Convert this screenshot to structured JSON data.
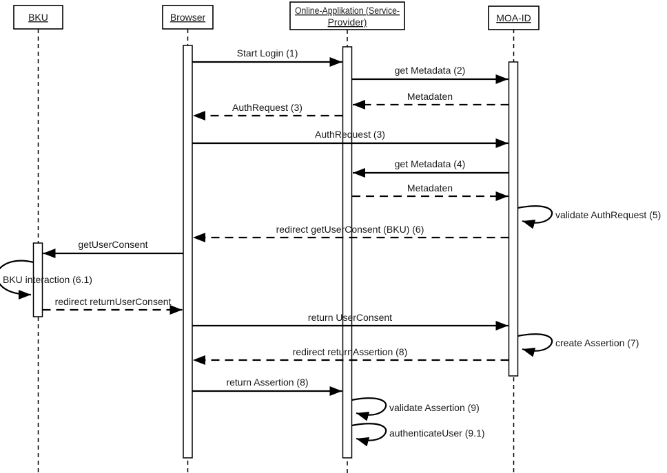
{
  "diagram_type": "uml-sequence-diagram",
  "colors": {
    "line": "#000000",
    "text": "#1a1a1a",
    "background": "#ffffff"
  },
  "actors": [
    {
      "id": "bku",
      "label": "BKU"
    },
    {
      "id": "browser",
      "label": "Browser"
    },
    {
      "id": "online-applikation",
      "label": "Online-Applikation (Service-Provider)",
      "label_lines": [
        "Online-Applikation (Service-",
        "Provider)"
      ]
    },
    {
      "id": "moa-id",
      "label": "MOA-ID"
    }
  ],
  "messages": [
    {
      "label": "Start Login (1)",
      "from": "Browser",
      "to": "Online-Applikation",
      "kind": "solid"
    },
    {
      "label": "get Metadata (2)",
      "from": "Online-Applikation",
      "to": "MOA-ID",
      "kind": "solid"
    },
    {
      "label": "Metadaten",
      "from": "MOA-ID",
      "to": "Online-Applikation",
      "kind": "dashed"
    },
    {
      "label": "AuthRequest (3)",
      "from": "Online-Applikation",
      "to": "Browser",
      "kind": "dashed"
    },
    {
      "label": "AuthRequest (3)",
      "from": "Browser",
      "to": "MOA-ID",
      "kind": "solid"
    },
    {
      "label": "get Metadata (4)",
      "from": "MOA-ID",
      "to": "Online-Applikation",
      "kind": "solid"
    },
    {
      "label": "Metadaten",
      "from": "Online-Applikation",
      "to": "MOA-ID",
      "kind": "dashed"
    },
    {
      "label": "validate AuthRequest (5)",
      "from": "MOA-ID",
      "to": "MOA-ID",
      "kind": "self"
    },
    {
      "label": "redirect getUserConsent (BKU) (6)",
      "from": "MOA-ID",
      "to": "Browser",
      "kind": "dashed"
    },
    {
      "label": "getUserConsent",
      "from": "Browser",
      "to": "BKU",
      "kind": "solid"
    },
    {
      "label": "BKU interaction (6.1)",
      "from": "BKU",
      "to": "BKU",
      "kind": "self"
    },
    {
      "label": "redirect returnUserConsent",
      "from": "BKU",
      "to": "Browser",
      "kind": "dashed"
    },
    {
      "label": "return UserConsent",
      "from": "Browser",
      "to": "MOA-ID",
      "kind": "solid"
    },
    {
      "label": "create Assertion (7)",
      "from": "MOA-ID",
      "to": "MOA-ID",
      "kind": "self"
    },
    {
      "label": "redirect returnAssertion (8)",
      "from": "MOA-ID",
      "to": "Browser",
      "kind": "dashed"
    },
    {
      "label": "return Assertion (8)",
      "from": "Browser",
      "to": "Online-Applikation",
      "kind": "solid"
    },
    {
      "label": "validate Assertion (9)",
      "from": "Online-Applikation",
      "to": "Online-Applikation",
      "kind": "self"
    },
    {
      "label": "authenticateUser (9.1)",
      "from": "Online-Applikation",
      "to": "Online-Applikation",
      "kind": "self"
    }
  ]
}
